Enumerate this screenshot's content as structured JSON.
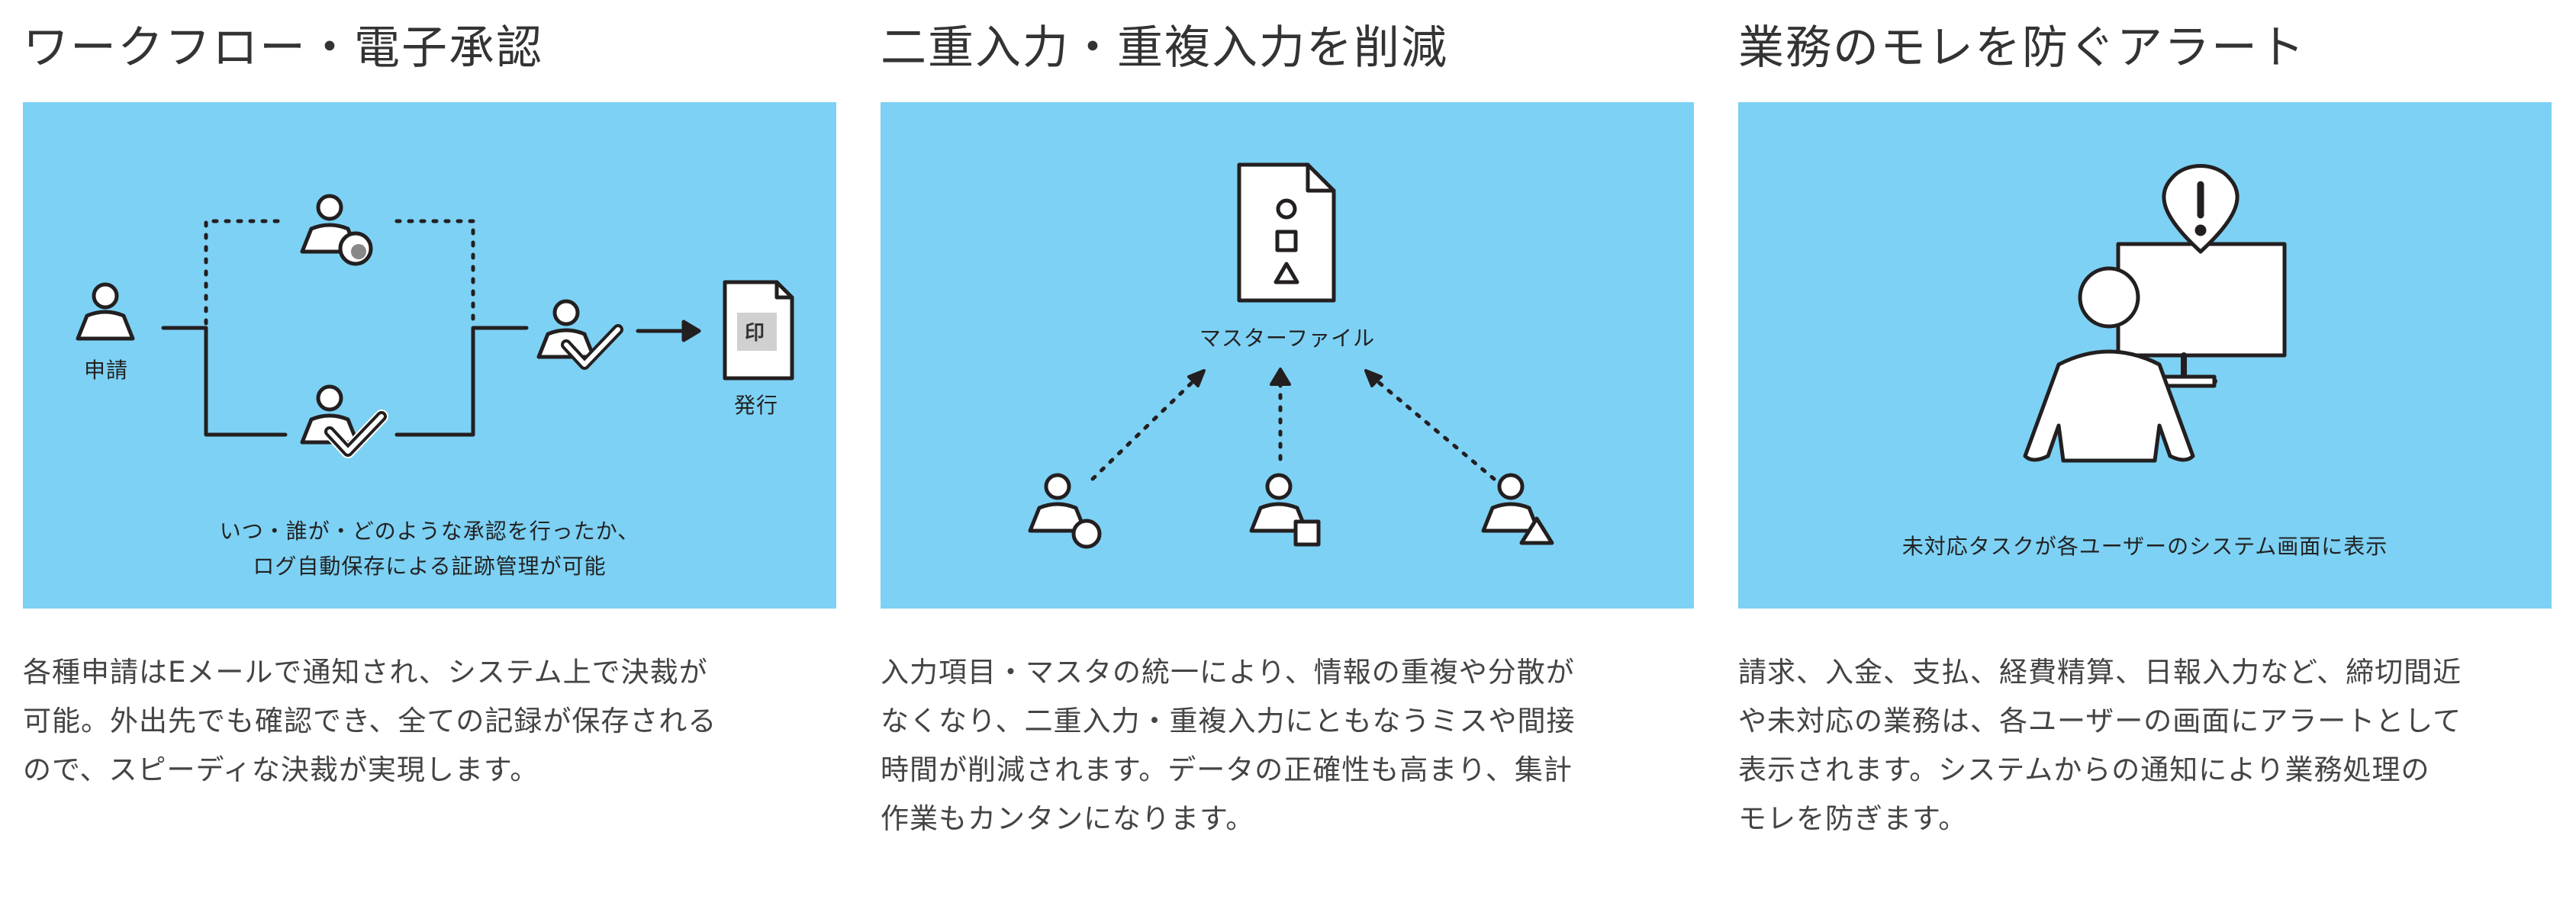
{
  "colors": {
    "panel": "#7dd1f4",
    "ink": "#231f20"
  },
  "sections": [
    {
      "title": "ワークフロー・電子承認",
      "labels": {
        "applicant": "申請",
        "issue": "発行",
        "stamp": "印"
      },
      "caption": [
        "いつ・誰が・どのような承認を行ったか、",
        "ログ自動保存による証跡管理が可能"
      ],
      "description": [
        "各種申請はEメールで通知され、システム上で決裁が",
        "可能。外出先でも確認でき、全ての記録が保存される",
        "ので、スピーディな決裁が実現します。"
      ],
      "icons": [
        "person-icon",
        "pending-approver-icon",
        "approver-check-icon",
        "arrow-icon",
        "stamped-document-icon"
      ]
    },
    {
      "title": "二重入力・重複入力を削減",
      "labels": {
        "master_file": "マスターファイル"
      },
      "description": [
        "入力項目・マスタの統一により、情報の重複や分散が",
        "なくなり、二重入力・重複入力にともなうミスや間接",
        "時間が削減されます。データの正確性も高まり、集計",
        "作業もカンタンになります。"
      ],
      "icons": [
        "master-file-icon",
        "user-circle-icon",
        "user-square-icon",
        "user-triangle-icon"
      ]
    },
    {
      "title": "業務のモレを防ぐアラート",
      "caption": [
        "未対応タスクが各ユーザーのシステム画面に表示"
      ],
      "description": [
        "請求、入金、支払、経費精算、日報入力など、締切間近",
        "や未対応の業務は、各ユーザーの画面にアラートとして",
        "表示されます。システムからの通知により業務処理の",
        "モレを防ぎます。"
      ],
      "icons": [
        "user-at-monitor-icon",
        "alert-icon"
      ]
    }
  ]
}
